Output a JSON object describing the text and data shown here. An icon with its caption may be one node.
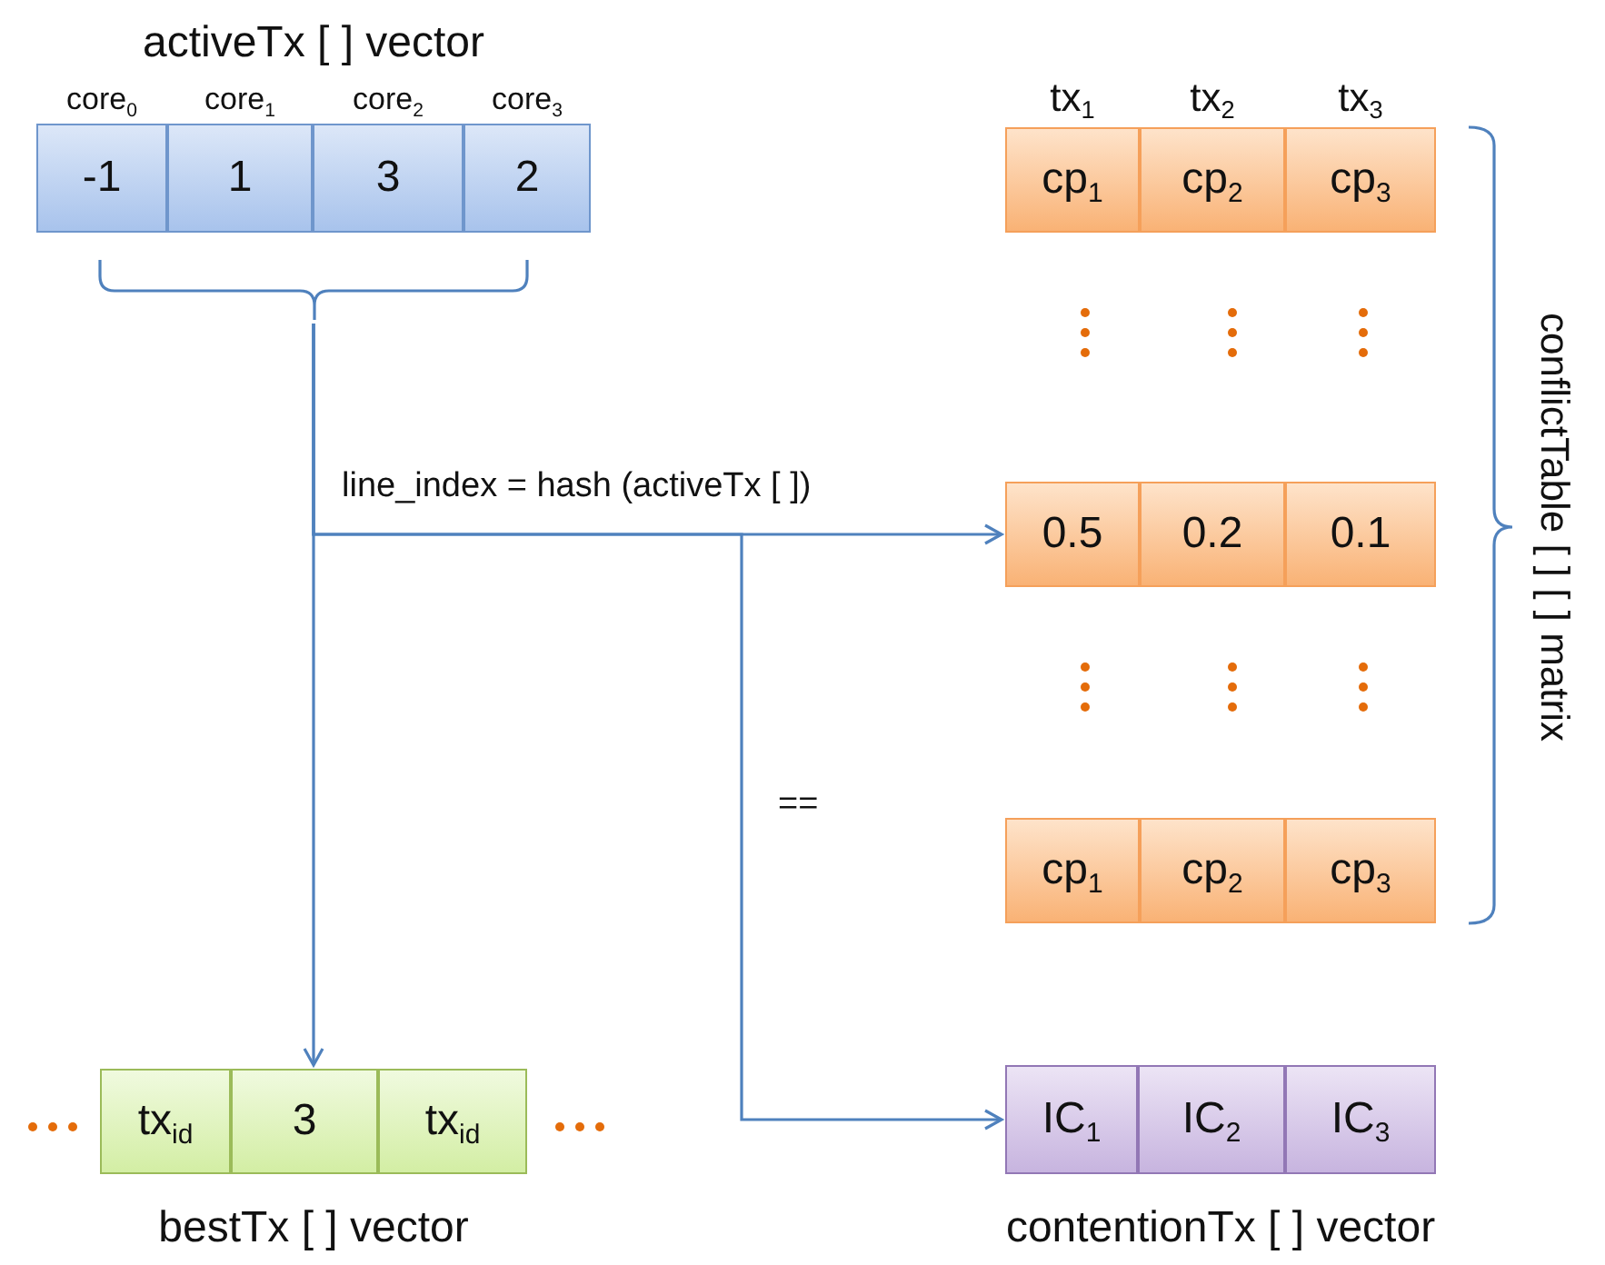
{
  "diagram": {
    "nodes": [
      {
        "text": [
          "activeTx [ ] vector"
        ]
      },
      {
        "text": [
          "-1"
        ],
        "in": 0,
        "beside": [
          "core$_{0}$"
        ]
      },
      {
        "text": [
          "1"
        ],
        "in": 0,
        "beside": [
          "core$_{1}$"
        ]
      },
      {
        "text": [
          "3"
        ],
        "in": 0,
        "beside": [
          "core$_{2}$"
        ]
      },
      {
        "text": [
          "2"
        ],
        "in": 0,
        "beside": [
          "core$_{3}$"
        ]
      },
      {
        "text": [
          "cp$_{1}$"
        ],
        "beside": [
          "tx$_{1}$"
        ]
      },
      {
        "text": [
          "cp$_{2}$"
        ],
        "beside": [
          "tx$_{2}$"
        ]
      },
      {
        "text": [
          "cp$_{3}$"
        ],
        "beside": [
          "tx$_{3}$"
        ]
      },
      {
        "text": [
          "0.5"
        ]
      },
      {
        "text": [
          "0.2"
        ]
      },
      {
        "text": [
          "0.1"
        ]
      },
      {
        "text": [
          "cp$_{1}$"
        ]
      },
      {
        "text": [
          "cp$_{2}$"
        ]
      },
      {
        "text": [
          "cp$_{3}$"
        ]
      },
      {
        "text": [
          "bestTx [ ] vector"
        ]
      },
      {
        "text": [
          "tx$_{id}$"
        ],
        "in": 14
      },
      {
        "text": [
          "3"
        ],
        "in": 14
      },
      {
        "text": [
          "tx$_{id}$"
        ],
        "in": 14
      },
      {
        "text": [
          "contentionTx [ ] vector"
        ]
      },
      {
        "text": [
          "IC$_{1}$"
        ],
        "in": 18
      },
      {
        "text": [
          "IC$_{2}$"
        ],
        "in": 18
      },
      {
        "text": [
          "IC$_{3}$"
        ],
        "in": 18
      }
    ],
    "edges": [
      {
        "from": 0,
        "to": 14,
        "arrow": "to"
      },
      {
        "from": 0,
        "to": 8,
        "arrow": "to",
        "label": "line_index = hash (activeTx [ ])"
      },
      {
        "from": 0,
        "to": 18,
        "arrow": "to",
        "label": "=="
      }
    ],
    "labels": [
      "conflictTable [ ] [ ] matrix"
    ]
  }
}
